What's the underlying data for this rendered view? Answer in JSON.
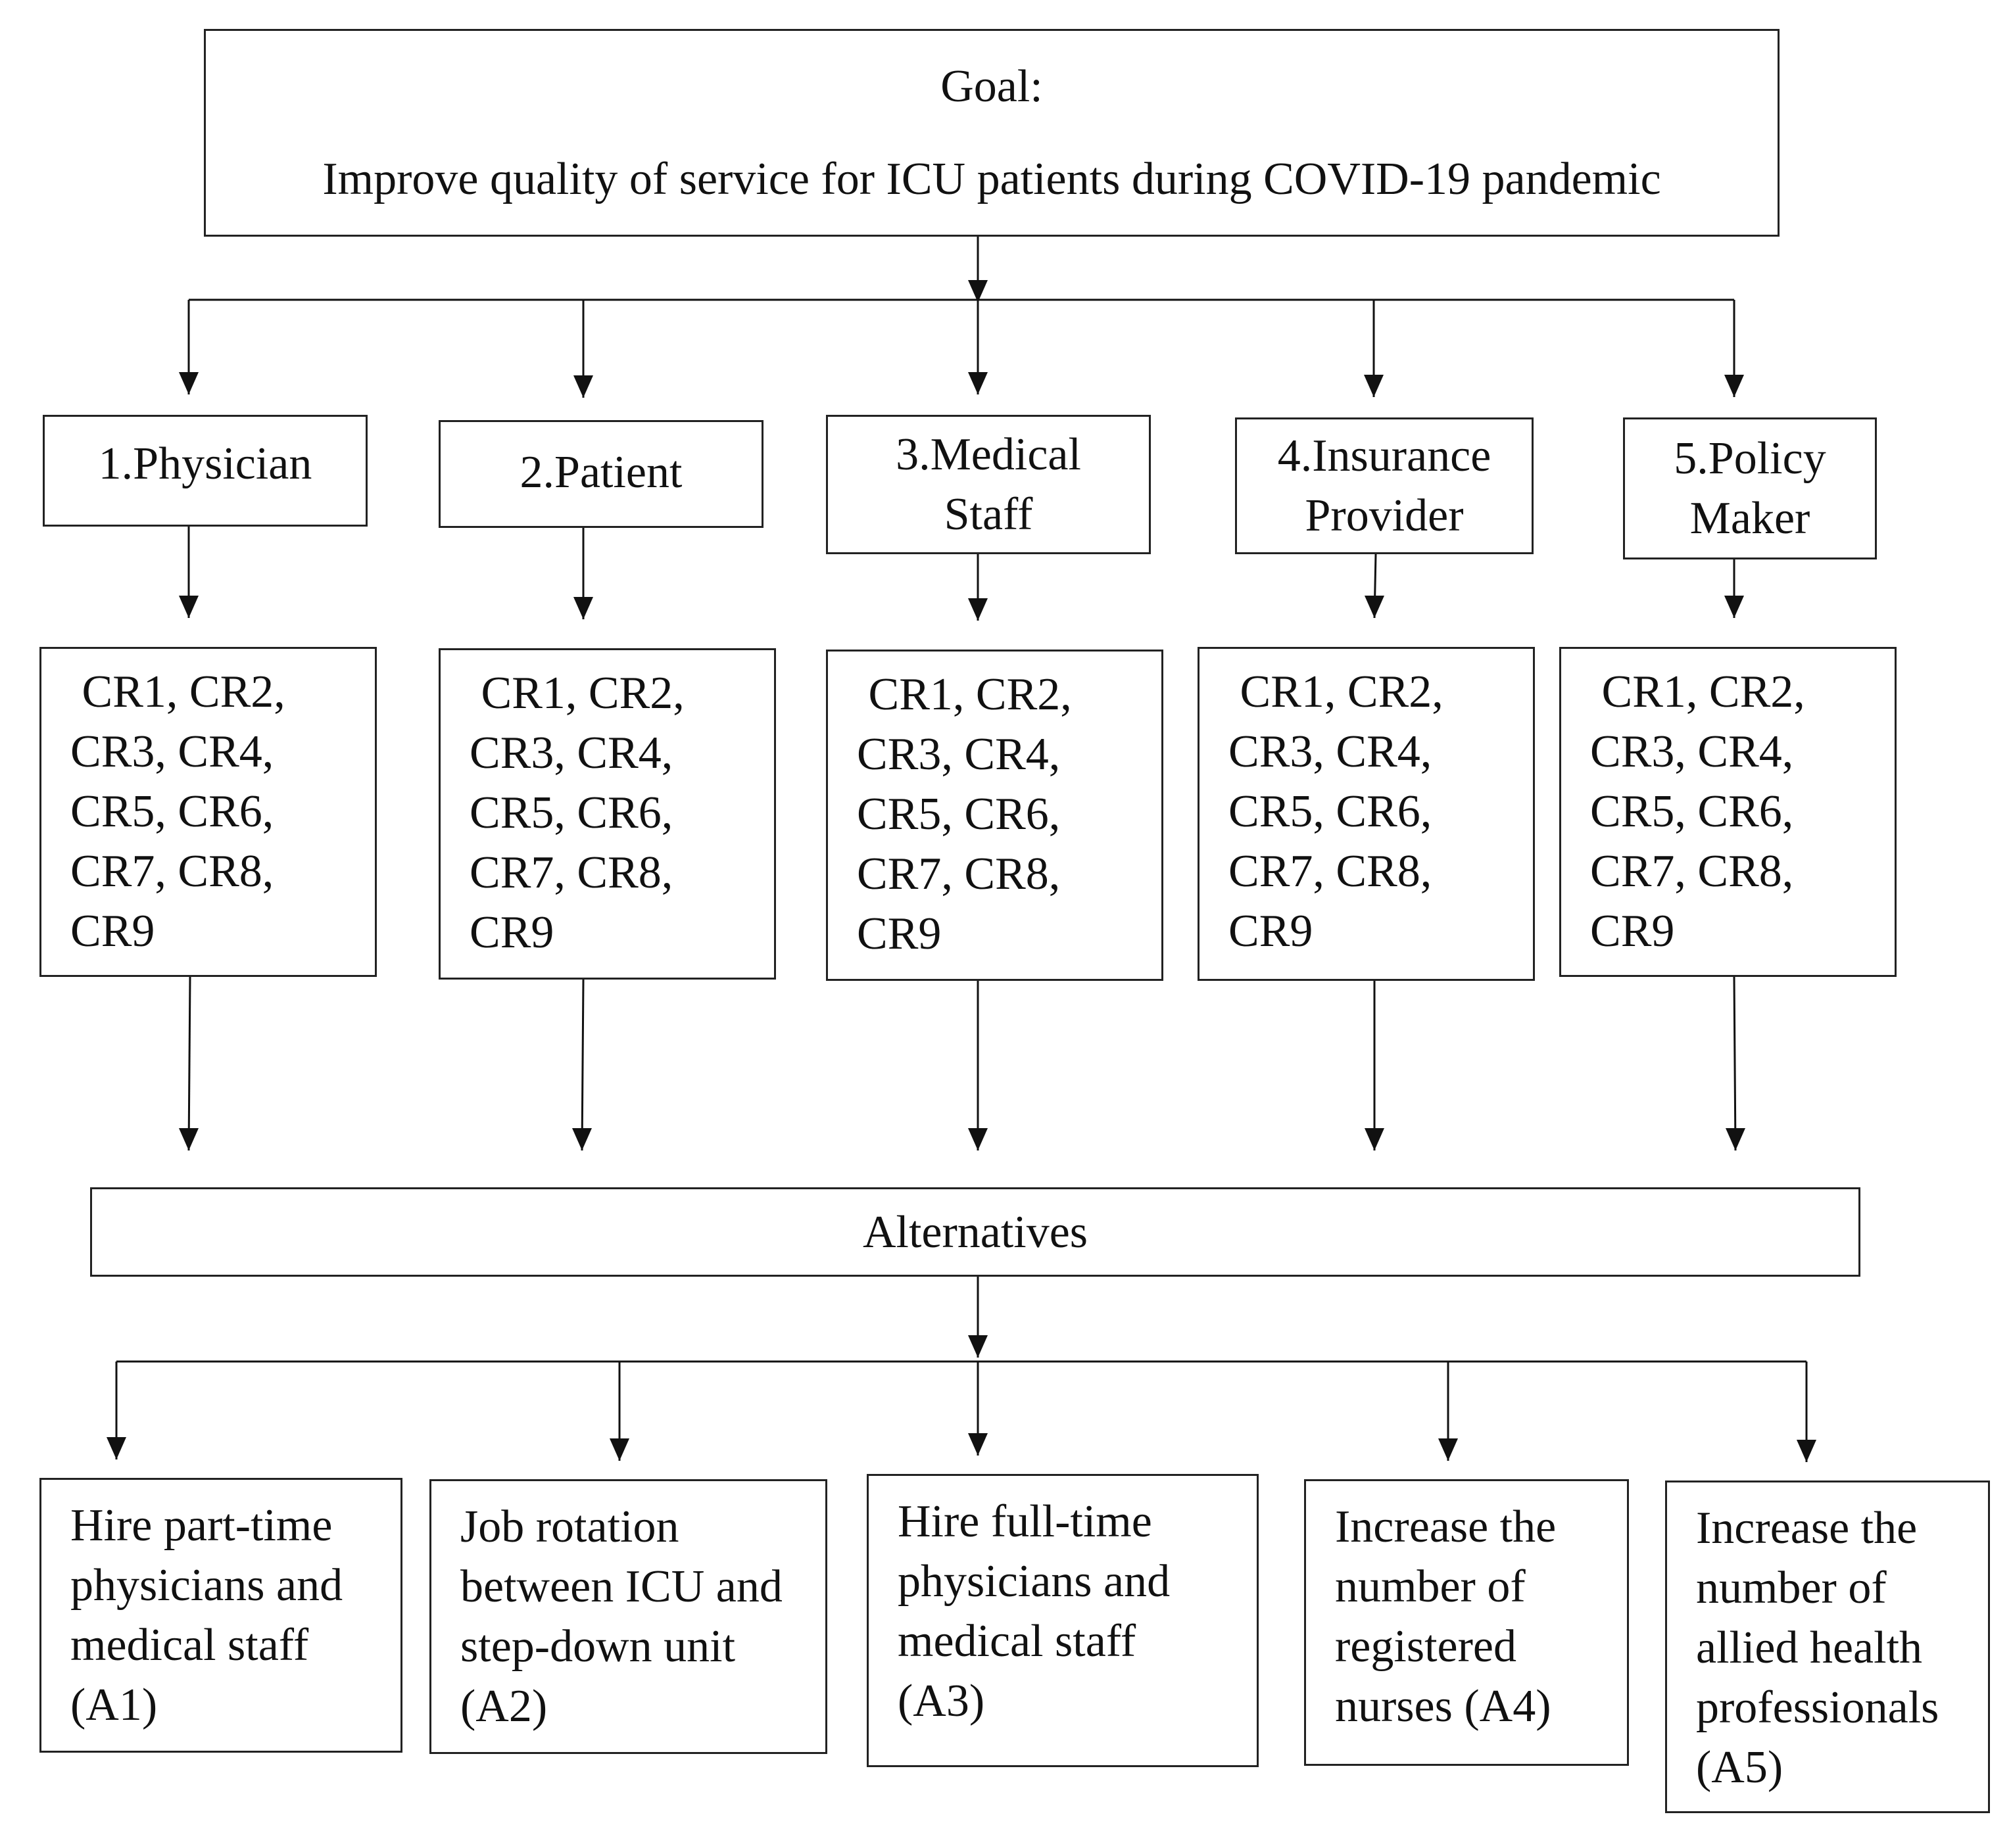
{
  "goal": {
    "heading": "Goal:",
    "text": "Improve quality of service for ICU patients during COVID-19 pandemic"
  },
  "stakeholders": [
    {
      "line1": "1.Physician",
      "line2": ""
    },
    {
      "line1": "2.Patient",
      "line2": ""
    },
    {
      "line1": "3.Medical",
      "line2": "Staff"
    },
    {
      "line1": "4.Insurance",
      "line2": "Provider"
    },
    {
      "line1": "5.Policy",
      "line2": "Maker"
    }
  ],
  "criteria": [
    {
      "lines": [
        " CR1, CR2,",
        "CR3, CR4,",
        "CR5, CR6,",
        "CR7, CR8,",
        "CR9"
      ]
    },
    {
      "lines": [
        " CR1, CR2,",
        "CR3, CR4,",
        "CR5, CR6,",
        "CR7, CR8,",
        "CR9"
      ]
    },
    {
      "lines": [
        " CR1, CR2,",
        "CR3, CR4,",
        "CR5, CR6,",
        "CR7, CR8,",
        "CR9"
      ]
    },
    {
      "lines": [
        " CR1, CR2,",
        "CR3, CR4,",
        "CR5, CR6,",
        "CR7, CR8,",
        "CR9"
      ]
    },
    {
      "lines": [
        " CR1, CR2,",
        "CR3, CR4,",
        "CR5, CR6,",
        "CR7, CR8,",
        "CR9"
      ]
    }
  ],
  "alternatives_label": "Alternatives",
  "alternatives": [
    {
      "lines": [
        "Hire part-time",
        "physicians and",
        "medical staff",
        "(A1)"
      ]
    },
    {
      "lines": [
        "Job rotation",
        "between ICU and",
        "step-down unit",
        "(A2)"
      ]
    },
    {
      "lines": [
        "Hire full-time",
        "physicians and",
        "medical staff",
        "(A3)"
      ]
    },
    {
      "lines": [
        "Increase the",
        "number of",
        "registered",
        "nurses (A4)"
      ]
    },
    {
      "lines": [
        "Increase the",
        "number of",
        "allied health",
        "professionals",
        "(A5)"
      ]
    }
  ]
}
